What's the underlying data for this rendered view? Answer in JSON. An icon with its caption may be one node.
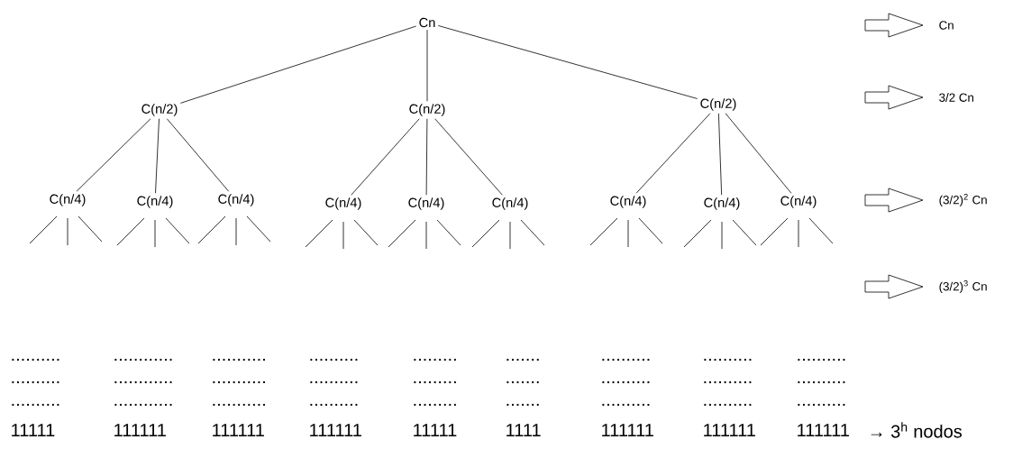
{
  "diagram": {
    "nodes": [
      {
        "text": [
          "Cn"
        ]
      },
      {
        "text": [
          "C(n/2)"
        ]
      },
      {
        "text": [
          "C(n/2)"
        ]
      },
      {
        "text": [
          "C(n/2)"
        ]
      },
      {
        "text": [
          "C(n/4)"
        ]
      },
      {
        "text": [
          "C(n/4)"
        ]
      },
      {
        "text": [
          "C(n/4)"
        ]
      },
      {
        "text": [
          "C(n/4)"
        ]
      },
      {
        "text": [
          "C(n/4)"
        ]
      },
      {
        "text": [
          "C(n/4)"
        ]
      },
      {
        "text": [
          "C(n/4)"
        ]
      },
      {
        "text": [
          "C(n/4)"
        ]
      },
      {
        "text": [
          "C(n/4)"
        ]
      },
      {
        "text": [
          "Cn"
        ]
      },
      {
        "text": [
          "3/2 Cn"
        ]
      },
      {
        "text": [
          "(3/2)$^{2}$ Cn"
        ]
      },
      {
        "text": [
          "(3/2)$^{3}$ Cn"
        ]
      }
    ],
    "edges": [
      {
        "from": 0,
        "to": 1,
        "arrow": "none"
      },
      {
        "from": 0,
        "to": 2,
        "arrow": "none"
      },
      {
        "from": 0,
        "to": 3,
        "arrow": "none"
      },
      {
        "from": 1,
        "to": 4,
        "arrow": "none"
      },
      {
        "from": 1,
        "to": 5,
        "arrow": "none"
      },
      {
        "from": 1,
        "to": 6,
        "arrow": "none"
      },
      {
        "from": 2,
        "to": 7,
        "arrow": "none"
      },
      {
        "from": 2,
        "to": 8,
        "arrow": "none"
      },
      {
        "from": 2,
        "to": 9,
        "arrow": "none"
      },
      {
        "from": 3,
        "to": 10,
        "arrow": "none"
      },
      {
        "from": 3,
        "to": 11,
        "arrow": "none"
      },
      {
        "from": 3,
        "to": 12,
        "arrow": "none"
      },
      {
        "from": 4,
        "to": null,
        "arrow": "none"
      },
      {
        "from": 4,
        "to": null,
        "arrow": "none"
      },
      {
        "from": 4,
        "to": null,
        "arrow": "none"
      },
      {
        "from": 5,
        "to": null,
        "arrow": "none"
      },
      {
        "from": 5,
        "to": null,
        "arrow": "none"
      },
      {
        "from": 5,
        "to": null,
        "arrow": "none"
      },
      {
        "from": 6,
        "to": null,
        "arrow": "none"
      },
      {
        "from": 6,
        "to": null,
        "arrow": "none"
      },
      {
        "from": 6,
        "to": null,
        "arrow": "none"
      },
      {
        "from": 7,
        "to": null,
        "arrow": "none"
      },
      {
        "from": 7,
        "to": null,
        "arrow": "none"
      },
      {
        "from": 7,
        "to": null,
        "arrow": "none"
      },
      {
        "from": 8,
        "to": null,
        "arrow": "none"
      },
      {
        "from": 8,
        "to": null,
        "arrow": "none"
      },
      {
        "from": 8,
        "to": null,
        "arrow": "none"
      },
      {
        "from": 9,
        "to": null,
        "arrow": "none"
      },
      {
        "from": 9,
        "to": null,
        "arrow": "none"
      },
      {
        "from": 9,
        "to": null,
        "arrow": "none"
      },
      {
        "from": 10,
        "to": null,
        "arrow": "none"
      },
      {
        "from": 10,
        "to": null,
        "arrow": "none"
      },
      {
        "from": 10,
        "to": null,
        "arrow": "none"
      },
      {
        "from": 11,
        "to": null,
        "arrow": "none"
      },
      {
        "from": 11,
        "to": null,
        "arrow": "none"
      },
      {
        "from": 11,
        "to": null,
        "arrow": "none"
      },
      {
        "from": 12,
        "to": null,
        "arrow": "none"
      },
      {
        "from": 12,
        "to": null,
        "arrow": "none"
      },
      {
        "from": 12,
        "to": null,
        "arrow": "none"
      },
      {
        "from": null,
        "to": 13,
        "arrow": "to"
      },
      {
        "from": null,
        "to": 14,
        "arrow": "to"
      },
      {
        "from": null,
        "to": 15,
        "arrow": "to"
      },
      {
        "from": null,
        "to": 16,
        "arrow": "to"
      }
    ],
    "labels": [
      "..........",
      "............",
      "...........",
      "..........",
      ".........",
      ".......",
      "..........",
      "..........",
      "..........",
      "..........",
      "............",
      "...........",
      "..........",
      ".........",
      ".......",
      "..........",
      "..........",
      "..........",
      "..........",
      "............",
      "...........",
      "..........",
      ".........",
      ".......",
      "..........",
      "..........",
      "..........",
      "11111",
      "111111",
      "111111",
      "111111",
      "11111",
      "1111",
      "111111",
      "111111",
      "111111",
      "→ 3$^{h}$ nodos"
    ]
  }
}
